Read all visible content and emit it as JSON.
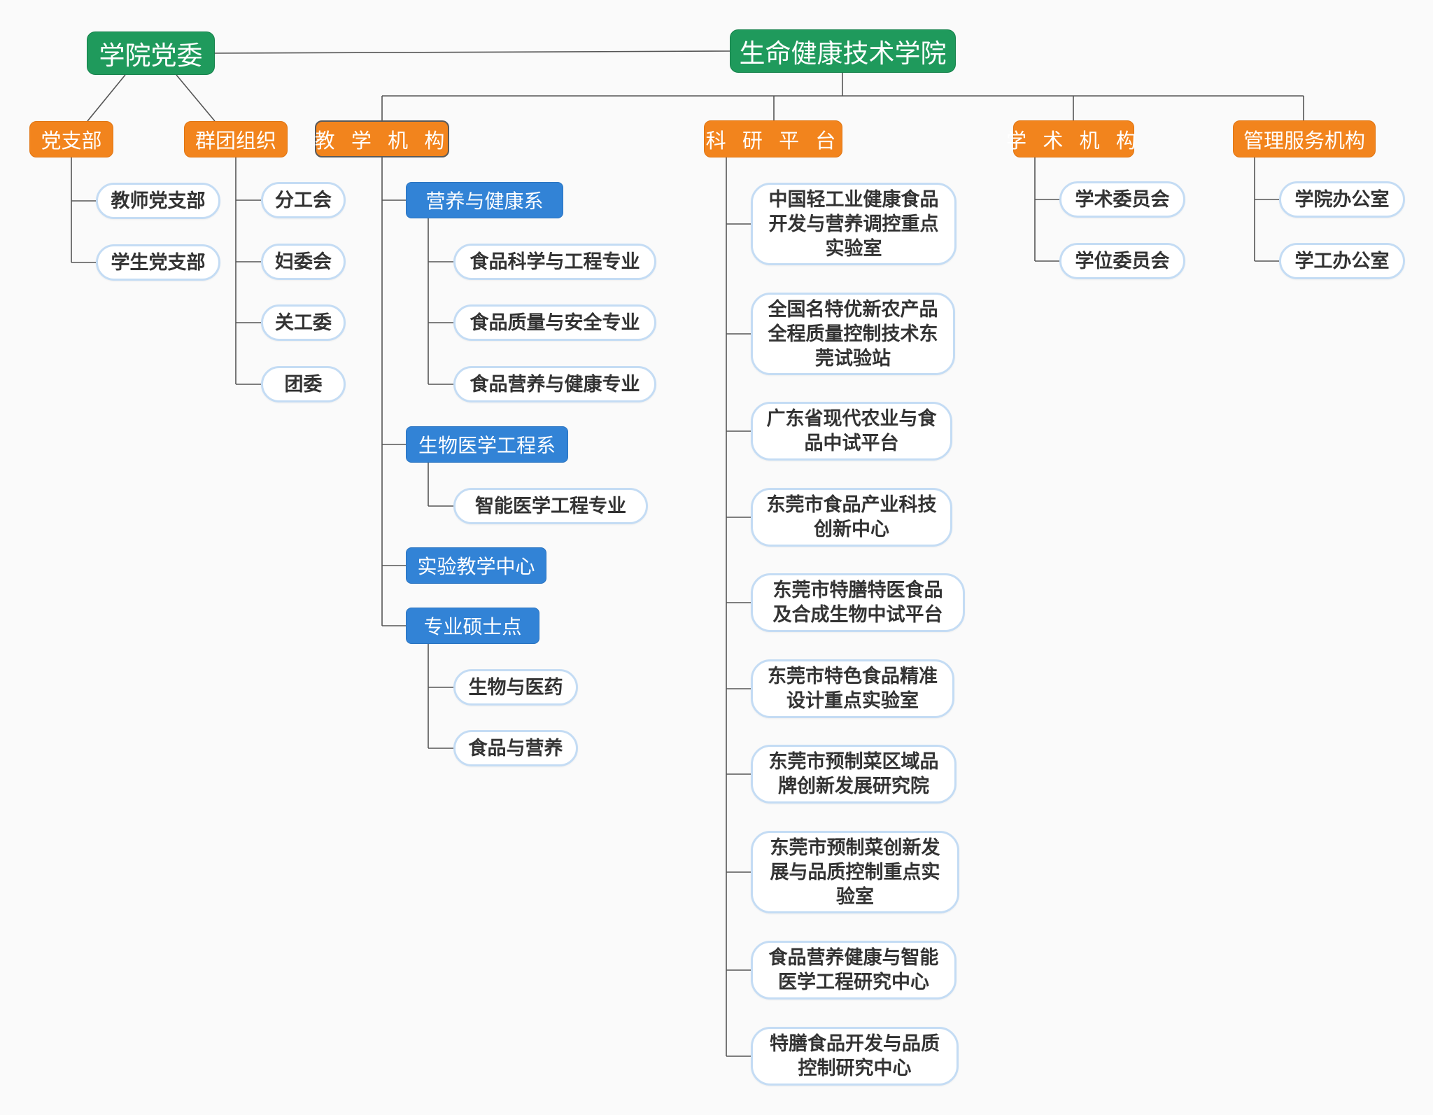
{
  "party": {
    "title": "学院党委",
    "groups": [
      {
        "label": "党支部",
        "items": [
          "教师党支部",
          "学生党支部"
        ]
      },
      {
        "label": "群团组织",
        "items": [
          "分工会",
          "妇委会",
          "关工委",
          "团委"
        ]
      }
    ]
  },
  "college": {
    "title": "生命健康技术学院",
    "teaching": {
      "label": "教 学 机 构",
      "departments": [
        {
          "label": "营养与健康系",
          "items": [
            "食品科学与工程专业",
            "食品质量与安全专业",
            "食品营养与健康专业"
          ]
        },
        {
          "label": "生物医学工程系",
          "items": [
            "智能医学工程专业"
          ]
        },
        {
          "label": "实验教学中心",
          "items": []
        },
        {
          "label": "专业硕士点",
          "items": [
            "生物与医药",
            "食品与营养"
          ]
        }
      ]
    },
    "research": {
      "label": "科 研 平 台",
      "items": [
        [
          "中国轻工业健康食品",
          "开发与营养调控重点",
          "实验室"
        ],
        [
          "全国名特优新农产品",
          "全程质量控制技术东",
          "莞试验站"
        ],
        [
          "广东省现代农业与食",
          "品中试平台"
        ],
        [
          "东莞市食品产业科技",
          "创新中心"
        ],
        [
          "东莞市特膳特医食品",
          "及合成生物中试平台"
        ],
        [
          "东莞市特色食品精准",
          "设计重点实验室"
        ],
        [
          "东莞市预制菜区域品",
          "牌创新发展研究院"
        ],
        [
          "东莞市预制菜创新发",
          "展与品质控制重点实",
          "验室"
        ],
        [
          "食品营养健康与智能",
          "医学工程研究中心"
        ],
        [
          "特膳食品开发与品质",
          "控制研究中心"
        ]
      ]
    },
    "academic": {
      "label": "学 术 机 构",
      "items": [
        "学术委员会",
        "学位委员会"
      ]
    },
    "admin": {
      "label": "管理服务机构",
      "items": [
        "学院办公室",
        "学工办公室"
      ]
    }
  }
}
